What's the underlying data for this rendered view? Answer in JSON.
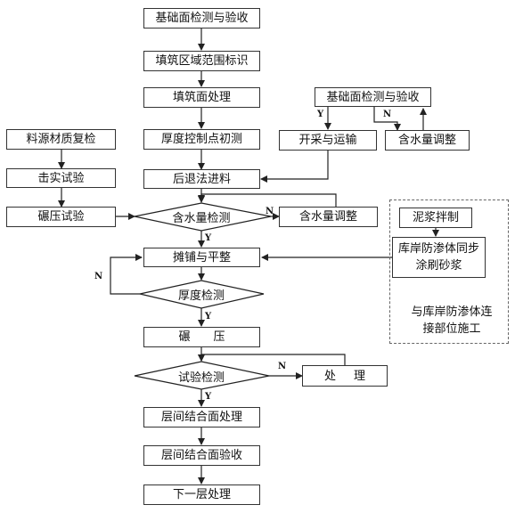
{
  "flowchart": {
    "main": {
      "inspect_base": "基础面检测与验收",
      "mark_area": "填筑区域范围标识",
      "surface_treatment": "填筑面处理",
      "thickness_control": "厚度控制点初测",
      "back_feed": "后退法进料",
      "moisture_check": "含水量检测",
      "spread_level": "摊铺与平整",
      "thickness_check": "厚度检测",
      "compaction": "碾压",
      "test_check": "试验检测",
      "layer_treatment": "层间结合面处理",
      "layer_accept": "层间结合面验收",
      "next_layer": "下一层处理"
    },
    "material": {
      "recheck": "料源材质复检",
      "compaction_test": "击实试验",
      "rolling_test": "碾压试验"
    },
    "supply": {
      "inspect_base2": "基础面检测与验收",
      "mining_transport": "开采与运输",
      "moisture_adjust_top": "含水量调整"
    },
    "loop": {
      "moisture_adjust": "含水量调整",
      "treat": "处理"
    },
    "bank": {
      "mud_mix": "泥浆拌制",
      "brush_mortar": "库岸防渗体同步涂刷砂浆",
      "joint_construction": "与库岸防渗体连接部位施工"
    },
    "labels": {
      "yes": "Y",
      "no": "N"
    }
  }
}
